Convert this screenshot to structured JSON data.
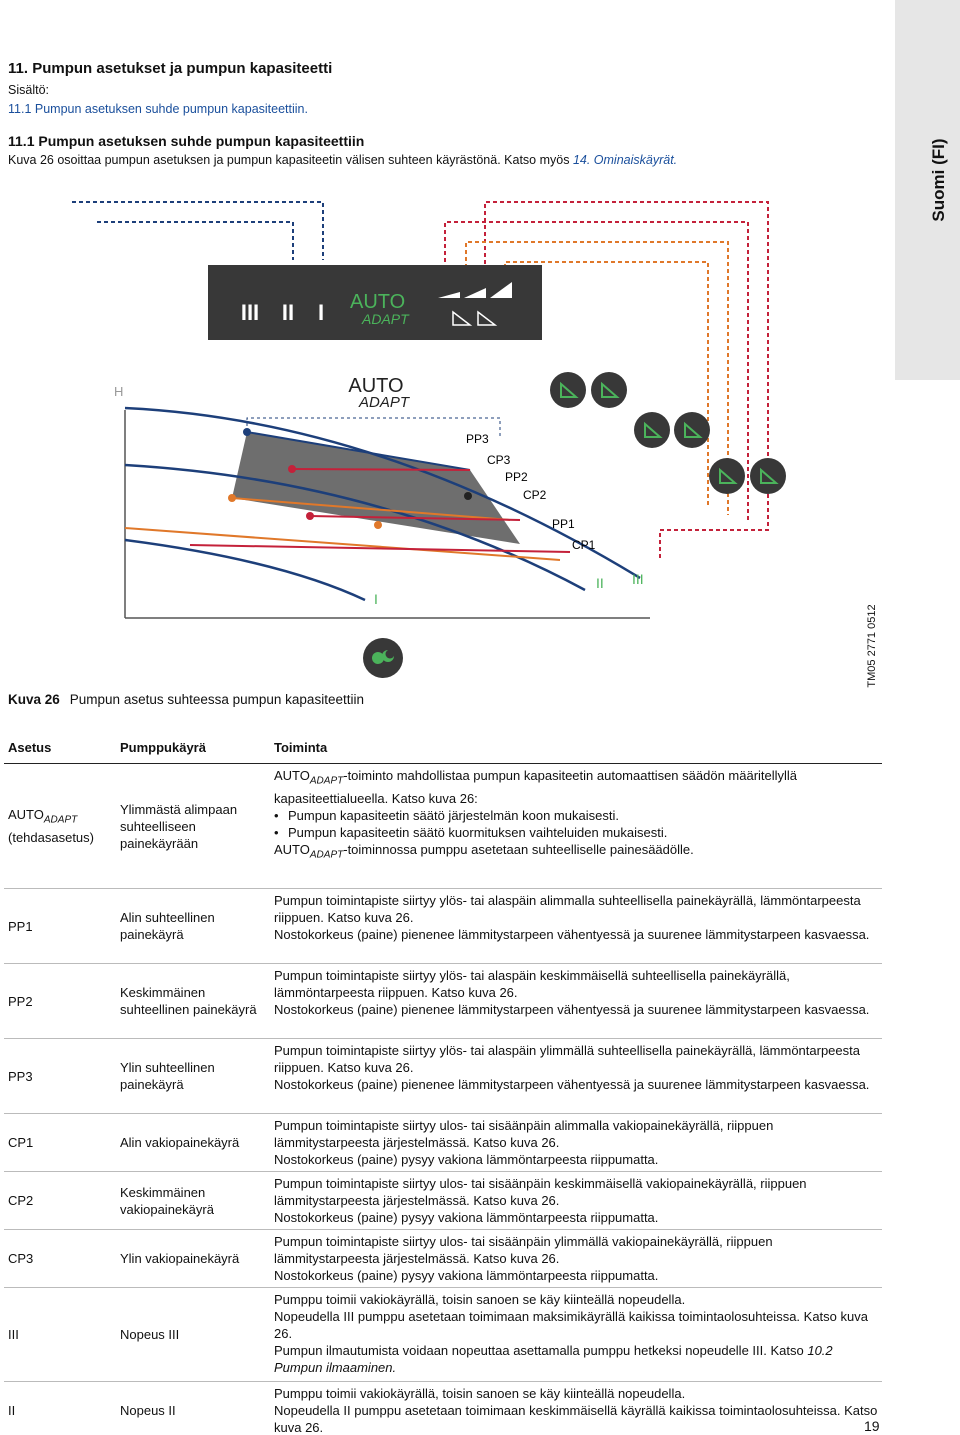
{
  "sidebar": {
    "language": "Suomi (FI)"
  },
  "heading": {
    "title": "11. Pumpun asetukset ja pumpun kapasiteetti",
    "contents_label": "Sisältö:",
    "toc_link": "11.1 Pumpun asetuksen suhde pumpun kapasiteettiin.",
    "subtitle": "11.1 Pumpun asetuksen suhde pumpun kapasiteettiin",
    "intro": "Kuva 26 osoittaa pumpun asetuksen ja pumpun kapasiteetin välisen suhteen käyrästönä. Katso myös ",
    "intro_ref": "14. Ominaiskäyrät."
  },
  "figure": {
    "panel": {
      "roman": [
        "III",
        "II",
        "I"
      ],
      "auto": "AUTO",
      "adapt": "ADAPT"
    },
    "chart_auto": "AUTO",
    "chart_adapt": "ADAPT",
    "h_label": "H",
    "curve_labels": [
      "PP3",
      "CP3",
      "PP2",
      "CP2",
      "PP1",
      "CP1"
    ],
    "speed_labels": [
      "I",
      "II",
      "III"
    ],
    "code": "TM05 2771 0512"
  },
  "caption": {
    "num": "Kuva 26",
    "text": "Pumpun asetus suhteessa pumpun kapasiteettiin"
  },
  "table": {
    "headers": [
      "Asetus",
      "Pumppukäyrä",
      "Toiminta"
    ],
    "row_auto": {
      "setting": "AUTO",
      "setting_sub": "ADAPT",
      "setting_note": "(tehdasasetus)",
      "curve": "Ylimmästä alimpaan suhteelliseen painekäyrään",
      "a1": "AUTO",
      "a1_sub": "ADAPT",
      "a1_text": "-toiminto mahdollistaa pumpun kapasiteetin automaattisen säädön määritellyllä kapasiteettialueella. Katso kuva 26:",
      "bullet1": "Pumpun kapasiteetin säätö järjestelmän koon mukaisesti.",
      "bullet2": "Pumpun kapasiteetin säätö kuormituksen vaihteluiden mukaisesti.",
      "a2": "AUTO",
      "a2_sub": "ADAPT",
      "a2_text": "-toiminnossa pumppu asetetaan suhteelliselle painesäädölle."
    },
    "rows": [
      {
        "setting": "PP1",
        "curve": "Alin suhteellinen painekäyrä",
        "p1": "Pumpun toimintapiste siirtyy ylös- tai alaspäin alimmalla suhteellisella painekäyrällä, lämmöntarpeesta riippuen. Katso kuva 26.",
        "p2": "Nostokorkeus (paine) pienenee lämmitystarpeen vähentyessä ja suurenee lämmitystarpeen kasvaessa."
      },
      {
        "setting": "PP2",
        "curve": "Keskimmäinen suhteellinen painekäyrä",
        "p1": "Pumpun toimintapiste siirtyy ylös- tai alaspäin keskimmäisellä suhteellisella painekäyrällä, lämmöntarpeesta riippuen. Katso kuva 26.",
        "p2": "Nostokorkeus (paine) pienenee lämmitystarpeen vähentyessä ja suurenee lämmitystarpeen kasvaessa."
      },
      {
        "setting": "PP3",
        "curve": "Ylin suhteellinen painekäyrä",
        "p1": "Pumpun toimintapiste siirtyy ylös- tai alaspäin ylimmällä suhteellisella painekäyrällä, lämmöntarpeesta riippuen. Katso kuva 26.",
        "p2": "Nostokorkeus (paine) pienenee lämmitystarpeen vähentyessä ja suurenee lämmitystarpeen kasvaessa."
      },
      {
        "setting": "CP1",
        "curve": "Alin vakiopainekäyrä",
        "p1": "Pumpun toimintapiste siirtyy ulos- tai sisäänpäin alimmalla vakiopainekäyrällä, riippuen lämmitystarpeesta järjestelmässä. Katso kuva 26.",
        "p2": "Nostokorkeus (paine) pysyy vakiona lämmöntarpeesta riippumatta."
      },
      {
        "setting": "CP2",
        "curve": "Keskimmäinen vakiopainekäyrä",
        "p1": "Pumpun toimintapiste siirtyy ulos- tai sisäänpäin keskimmäisellä vakiopainekäyrällä, riippuen lämmitystarpeesta järjestelmässä. Katso kuva 26.",
        "p2": "Nostokorkeus (paine) pysyy vakiona lämmöntarpeesta riippumatta."
      },
      {
        "setting": "CP3",
        "curve": "Ylin vakiopainekäyrä",
        "p1": "Pumpun toimintapiste siirtyy ulos- tai sisäänpäin ylimmällä vakiopainekäyrällä, riippuen lämmitystarpeesta järjestelmässä. Katso kuva 26.",
        "p2": "Nostokorkeus (paine) pysyy vakiona lämmöntarpeesta riippumatta."
      }
    ],
    "row_iii": {
      "setting": "III",
      "curve": "Nopeus III",
      "p1": "Pumppu toimii vakiokäyrällä, toisin sanoen se käy kiinteällä nopeudella.",
      "p2": "Nopeudella III pumppu asetetaan toimimaan maksimikäyrällä kaikissa toimintaolosuhteissa. Katso kuva 26.",
      "p3": "Pumpun ilmautumista voidaan nopeuttaa asettamalla pumppu hetkeksi nopeudelle III. Katso ",
      "p3_ref": "10.2 Pumpun ilmaaminen."
    },
    "row_ii": {
      "setting": "II",
      "curve": "Nopeus II",
      "p1": "Pumppu toimii vakiokäyrällä, toisin sanoen se käy kiinteällä nopeudella.",
      "p2": "Nopeudella II pumppu asetetaan toimimaan keskimmäisellä käyrällä kaikissa toimintaolosuhteissa. Katso kuva 26."
    }
  },
  "page_number": "19",
  "colors": {
    "blue": "#1d3f7a",
    "red": "#c4213a",
    "orange": "#e0782a",
    "green": "#4bb35b",
    "panel": "#383838"
  }
}
